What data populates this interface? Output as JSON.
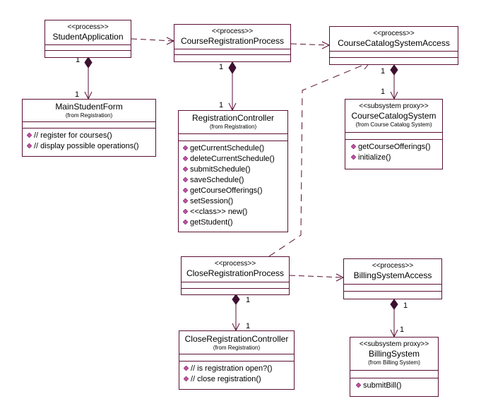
{
  "diagram": {
    "classes": {
      "student_application": {
        "stereotype": "<<process>>",
        "name": "StudentApplication"
      },
      "course_registration_process": {
        "stereotype": "<<process>>",
        "name": "CourseRegistrationProcess"
      },
      "course_catalog_system_access": {
        "stereotype": "<<process>>",
        "name": "CourseCatalogSystemAccess"
      },
      "main_student_form": {
        "name": "MainStudentForm",
        "package": "(from Registration)",
        "operations": [
          "// register for courses()",
          "// display possible operations()"
        ]
      },
      "registration_controller": {
        "name": "RegistrationController",
        "package": "(from Registration)",
        "operations": [
          "getCurrentSchedule()",
          "deleteCurrentSchedule()",
          "submitSchedule()",
          "saveSchedule()",
          "getCourseOfferings()",
          "setSession()",
          "<<class>> new()",
          "getStudent()"
        ]
      },
      "course_catalog_system": {
        "stereotype": "<<subsystem proxy>>",
        "name": "CourseCatalogSystem",
        "package": "(from Course Catalog System)",
        "operations": [
          "getCourseOfferings()",
          "initialize()"
        ]
      },
      "close_registration_process": {
        "stereotype": "<<process>>",
        "name": "CloseRegistrationProcess"
      },
      "billing_system_access": {
        "stereotype": "<<process>>",
        "name": "BillingSystemAccess"
      },
      "close_registration_controller": {
        "name": "CloseRegistrationController",
        "package": "(from Registration)",
        "operations": [
          "// is registration open?()",
          "// close registration()"
        ]
      },
      "billing_system": {
        "stereotype": "<<subsystem proxy>>",
        "name": "BillingSystem",
        "package": "(from Billing System)",
        "operations": [
          "submitBill()"
        ]
      }
    },
    "multiplicities": {
      "student_app_whole": "1",
      "main_form_part": "1",
      "course_reg_whole": "1",
      "reg_controller_part": "1",
      "catalog_access_whole": "1",
      "catalog_system_part": "1",
      "close_reg_whole": "1",
      "close_controller_part": "1",
      "billing_access_whole": "1",
      "billing_system_part": "1"
    },
    "colors": {
      "border": "#5b0f33",
      "line": "#5b0f33",
      "bullet": "#c050a0",
      "background": "#ffffff"
    }
  }
}
